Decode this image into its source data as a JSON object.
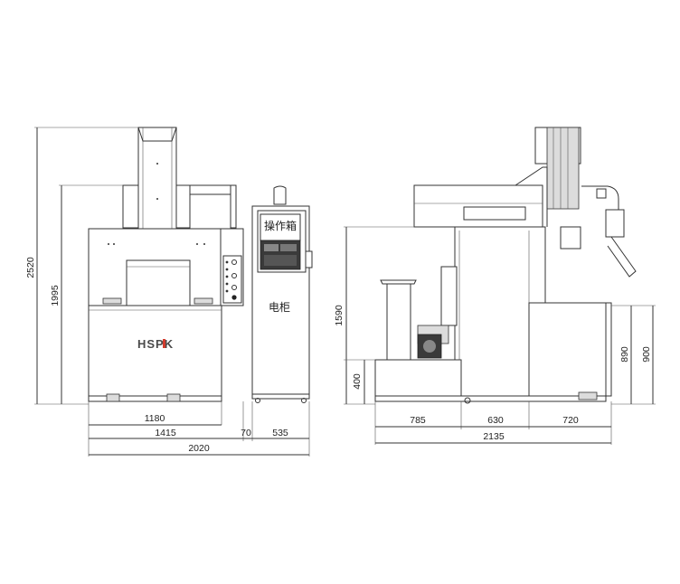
{
  "front_view": {
    "overall_height": "2520",
    "machine_height": "1995",
    "base_width": "1180",
    "machine_width": "1415",
    "gap_width": "70",
    "cabinet_width": "535",
    "total_width": "2020",
    "operation_box_label": "操作箱",
    "cabinet_label": "电柜",
    "brand_logo": "HSPK"
  },
  "side_view": {
    "column_height": "1590",
    "base_height": "400",
    "table_height_890": "890",
    "table_height_900": "900",
    "span_785": "785",
    "span_630": "630",
    "span_720": "720",
    "total_depth": "2135"
  },
  "colors": {
    "line": "#333333",
    "logo_dark": "#4a4a4a",
    "logo_accent": "#d23c2e"
  }
}
